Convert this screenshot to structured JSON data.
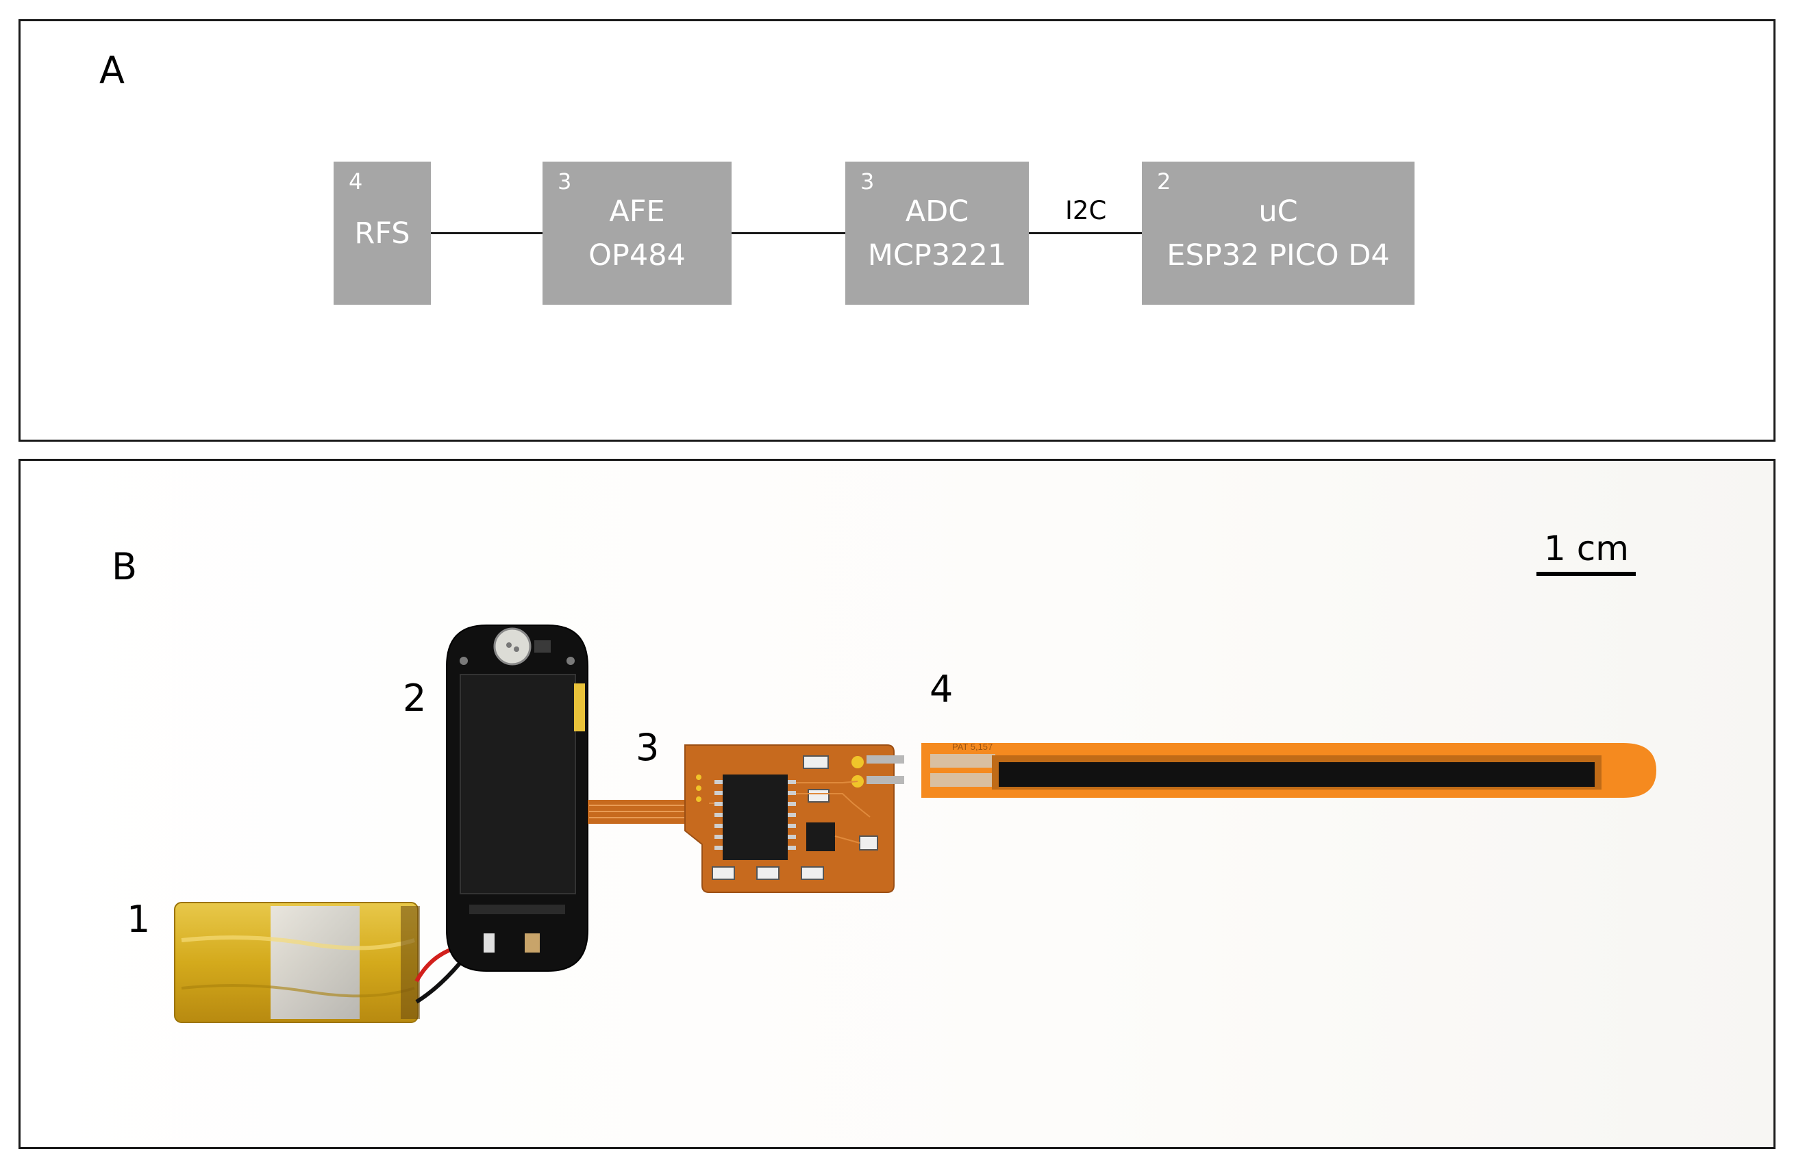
{
  "panel_a": {
    "letter": "A",
    "blocks": [
      {
        "id": "rfs",
        "badge": "4",
        "line1": "RFS",
        "line2": ""
      },
      {
        "id": "afe",
        "badge": "3",
        "line1": "AFE",
        "line2": "OP484"
      },
      {
        "id": "adc",
        "badge": "3",
        "line1": "ADC",
        "line2": "MCP3221"
      },
      {
        "id": "uc",
        "badge": "2",
        "line1": "uC",
        "line2": "ESP32 PICO D4"
      }
    ],
    "bus_label": "I2C",
    "colors": {
      "block_fill": "#a6a6a6",
      "block_text": "#ffffff",
      "line": "#1a1a1a"
    }
  },
  "panel_b": {
    "letter": "B",
    "scale_bar_label": "1 cm",
    "part_labels": [
      "1",
      "2",
      "3",
      "4"
    ],
    "colors": {
      "battery": "#d9b21f",
      "board": "#101010",
      "flex_pcb": "#c76a1e",
      "sensor": "#f58a1f",
      "sensor_strip": "#111111"
    }
  }
}
